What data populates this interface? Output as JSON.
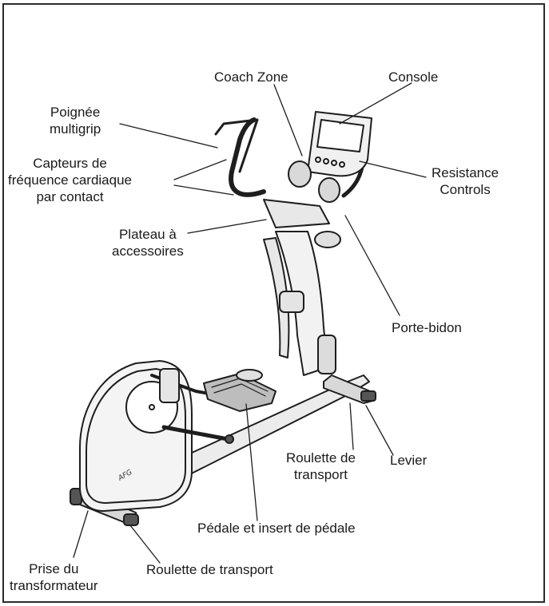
{
  "labels": {
    "coach_zone": "Coach Zone",
    "console": "Console",
    "grip": [
      "Poignée",
      "multigrip"
    ],
    "sensors": [
      "Capteurs de",
      "fréquence cardiaque",
      "par contact"
    ],
    "resistance": [
      "Resistance",
      "Controls"
    ],
    "tray": [
      "Plateau à",
      "accessoires"
    ],
    "bottle": "Porte-bidon",
    "wheel_front": [
      "Roulette de",
      "transport"
    ],
    "lever": "Levier",
    "pedal": "Pédale et insert de pédale",
    "power": [
      "Prise du",
      "transformateur"
    ],
    "wheel_rear": "Roulette de transport"
  },
  "logo_text": "AFG"
}
